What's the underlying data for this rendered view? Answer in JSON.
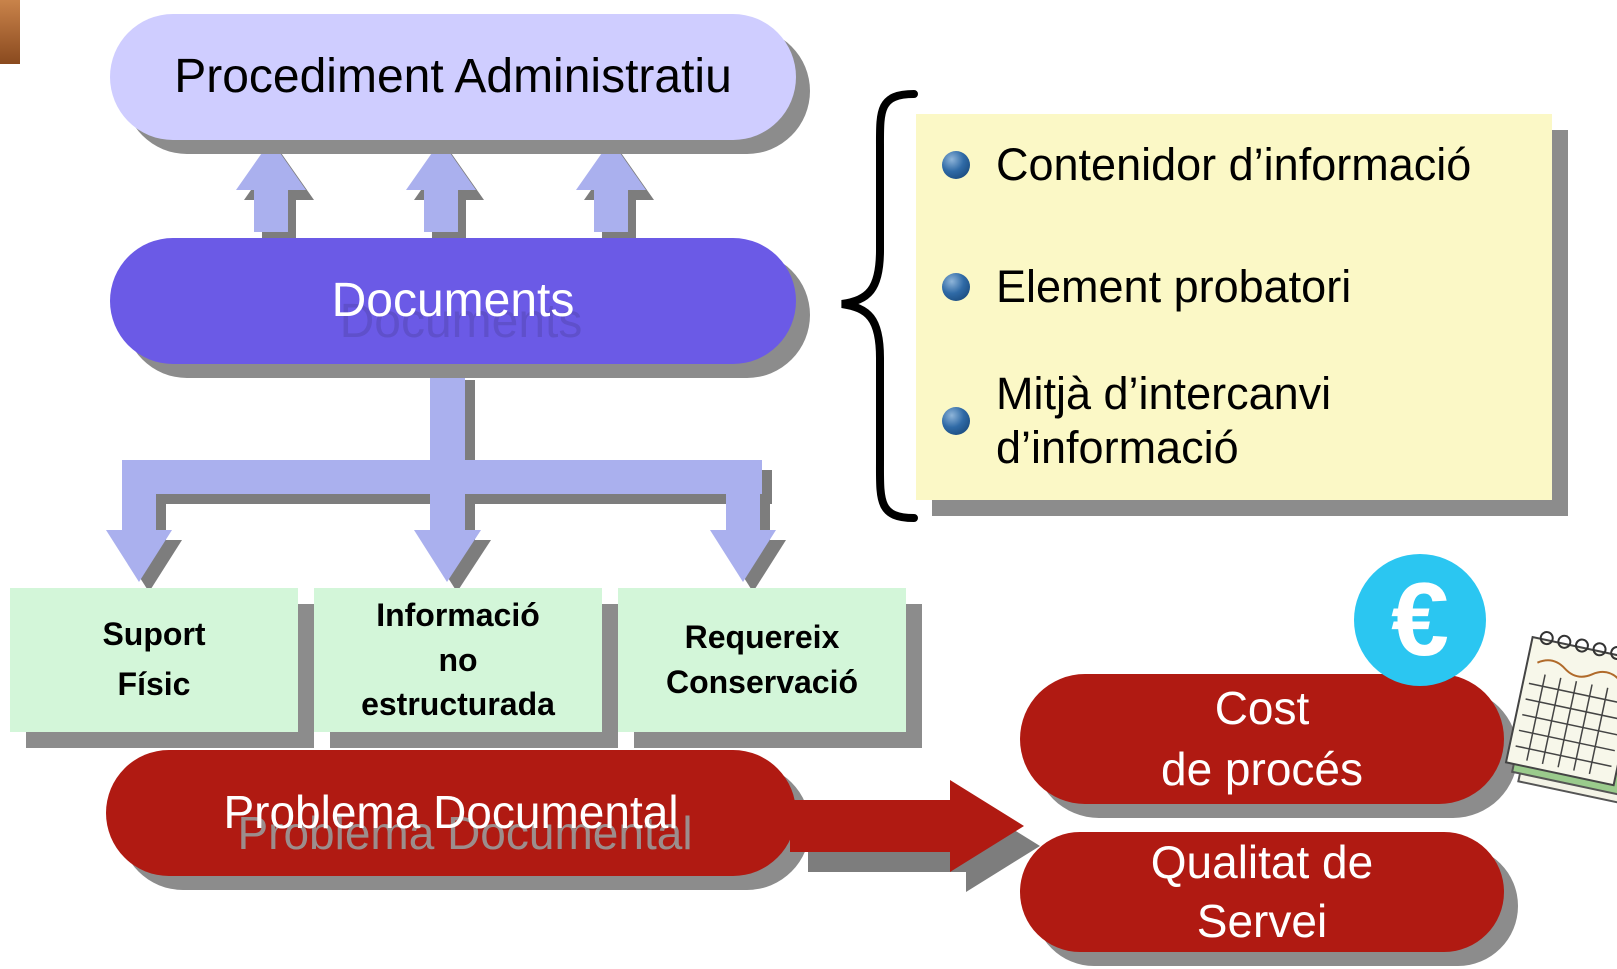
{
  "top": {
    "label": "Procediment Administratiu",
    "color": "#cfcdff"
  },
  "center": {
    "label": "Documents",
    "ghost": "Documents",
    "color": "#6b5ae6"
  },
  "attributes": [
    {
      "label": "Contenidor d’informació"
    },
    {
      "label": "Element probatori"
    },
    {
      "label": "Mitjà d’intercanvi\nd’informació"
    }
  ],
  "characteristics": [
    {
      "label": "Suport\nFísic"
    },
    {
      "label": "Informació\nno\nestructurada"
    },
    {
      "label": "Requereix\nConservació"
    }
  ],
  "problem": {
    "label": "Problema Documental",
    "ghost": "Problema Documental",
    "color": "#b01a12"
  },
  "consequences": [
    {
      "label": "Cost\nde procés"
    },
    {
      "label": "Qualitat de\nServei"
    }
  ],
  "euro_badge": {
    "symbol": "€",
    "color": "#2bc6f1"
  },
  "colors": {
    "arrow": "#aab0ee",
    "attribute_box": "#fbf8c6",
    "characteristic_box": "#d3f6d9",
    "shadow": "#8c8c8c"
  }
}
